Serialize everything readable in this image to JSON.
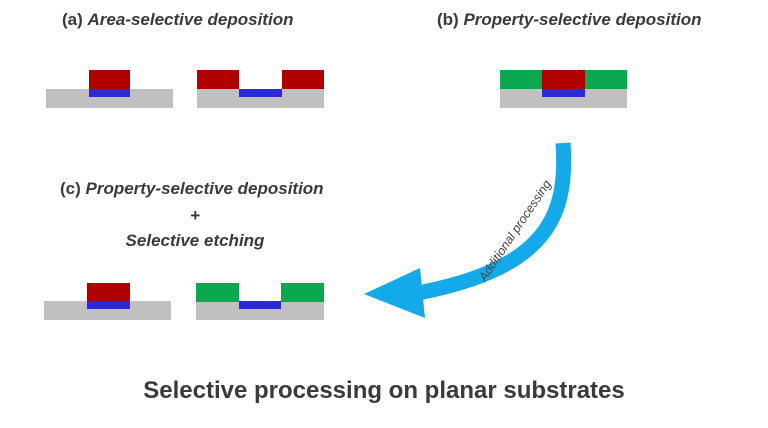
{
  "labels": {
    "a_prefix": "(a) ",
    "a_text": "Area-selective deposition",
    "b_prefix": "(b) ",
    "b_text": "Property-selective deposition",
    "c_prefix": "(c) ",
    "c_text": "Property-selective deposition",
    "c_plus": "+",
    "c_line3": "Selective etching"
  },
  "arrow_label": "Additional processing",
  "title": "Selective processing on planar substrates",
  "colors": {
    "substrate": "#c0c0c0",
    "red_layer": "#b10000",
    "blue_pattern": "#2b2bd6",
    "green_layer": "#0aa84f",
    "arrow": "#14a9e8"
  }
}
